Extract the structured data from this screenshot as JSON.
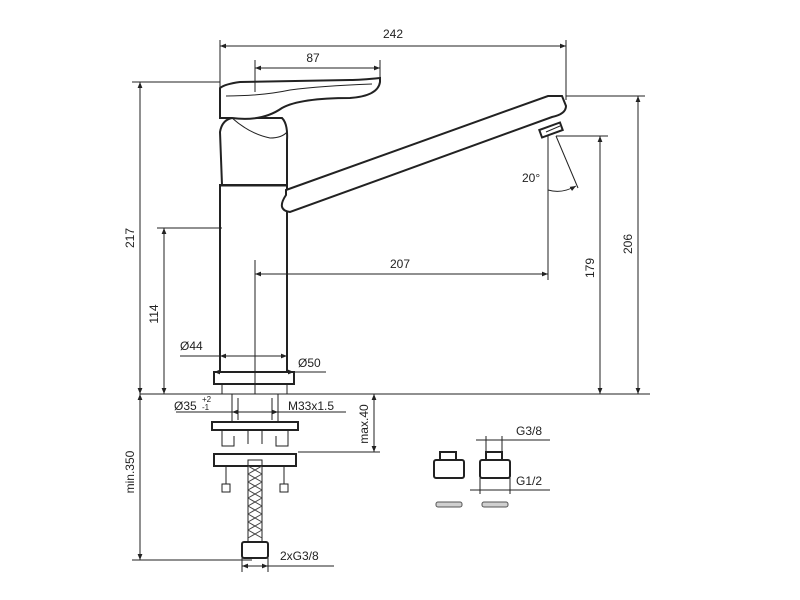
{
  "dimensions": {
    "overall_width": "242",
    "lever_width": "87",
    "total_height": "217",
    "spout_height": "206",
    "outlet_height": "179",
    "lower_height": "114",
    "reach": "207",
    "swivel_angle": "20°",
    "body_diameter": "Ø44",
    "base_diameter": "Ø50",
    "hole_diameter": "Ø35",
    "hole_tolerance_upper": "+2",
    "hole_tolerance_lower": "-1",
    "thread": "M33x1.5",
    "max_deck_thickness": "max.40",
    "hose_length": "min.350",
    "hose_connection": "2xG3/8",
    "adapter_outer": "G3/8",
    "adapter_inner": "G1/2"
  }
}
